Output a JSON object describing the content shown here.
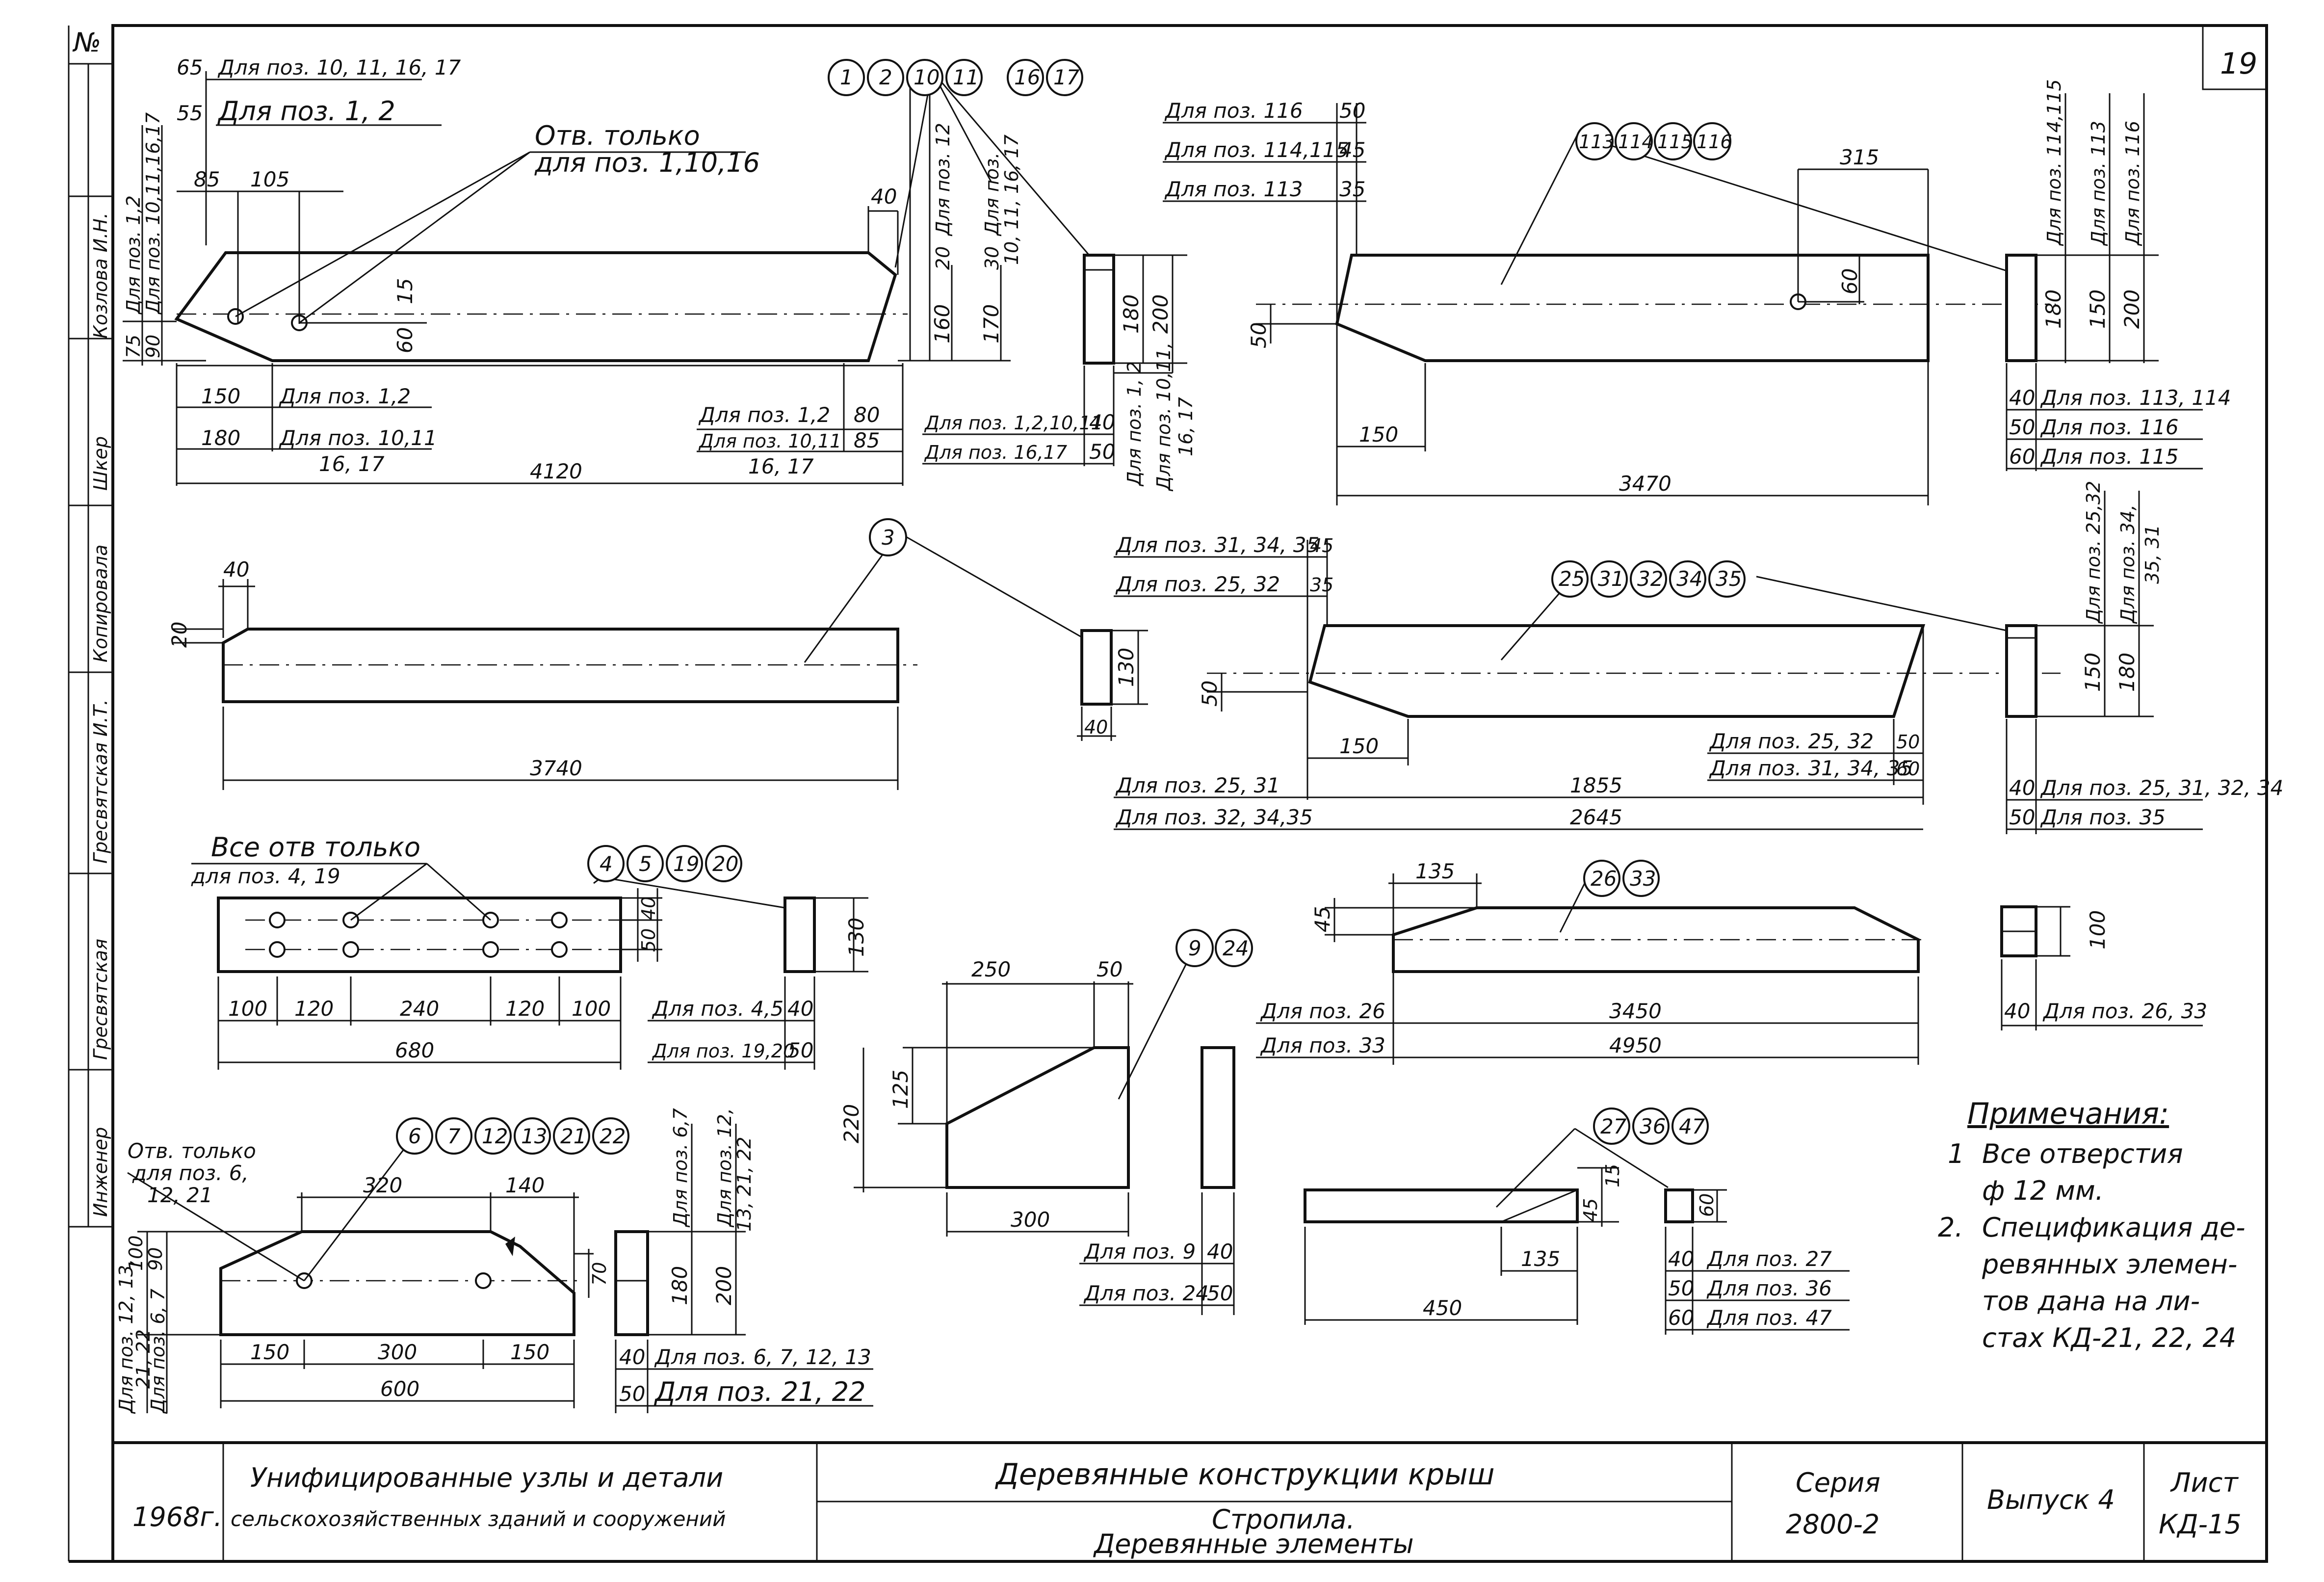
{
  "sheet": {
    "page_number": "19",
    "corner_mark": "№",
    "side_names": [
      "Козлова И.Н.",
      "Шкер",
      "Копировала",
      "Гресвятская И.Т.",
      "Гресвятская",
      "Инженер"
    ]
  },
  "parts": {
    "p1": {
      "bubbles": [
        "1",
        "2",
        "10",
        "11",
        "16",
        "17"
      ],
      "hole_note_1": "Отв. только",
      "hole_note_2": "для поз. 1,10,16",
      "d65": "65",
      "d65_note": "Для поз. 10, 11, 16, 17",
      "d55": "55",
      "d55_note": "Для поз. 1, 2",
      "d85": "85",
      "d105": "105",
      "d15": "15",
      "d60": "60",
      "d40": "40",
      "d75": "75",
      "d90": "90",
      "h_note_1": "Для поз. 1,2",
      "h_note_2": "Для поз. 10,11,16,17",
      "d20": "20",
      "d30": "30",
      "r_note_1": "Для поз. 12",
      "r_note_2": "Для поз.",
      "r_note_3": "10, 11, 16, 17",
      "d160": "160",
      "d170": "170",
      "b150": "150",
      "b150_note": "Для поз. 1,2",
      "b180": "180",
      "b180_note": "Для поз. 10,11",
      "b180_note2": "16, 17",
      "b80_note": "Для поз. 1,2",
      "b80": "80",
      "b85_note": "Для поз. 10,11",
      "b85": "85",
      "b85_note2": "16, 17",
      "total": "4120",
      "sec_180": "180",
      "sec_200": "200",
      "sec_w40_note": "Для поз. 1,2,10,11",
      "sec_w40": "40",
      "sec_w50_note": "Для поз. 16,17",
      "sec_w50": "50",
      "sec_v_note1": "Для поз. 1, 2",
      "sec_v_note2": "Для поз. 10,11,",
      "sec_v_note3": "16, 17"
    },
    "p113": {
      "bubbles": [
        "113",
        "114",
        "115",
        "116"
      ],
      "n116": "Для поз. 116",
      "v50": "50",
      "n114": "Для поз. 114,115",
      "v45": "45",
      "n113": "Для поз. 113",
      "v35": "35",
      "d315": "315",
      "d60": "60",
      "d50": "50",
      "d150": "150",
      "total": "3470",
      "sec_180": "180",
      "sec_150": "150",
      "sec_200": "200",
      "sec_n1": "Для поз. 114,115",
      "sec_n2": "Для поз. 113",
      "sec_n3": "Для поз. 116",
      "w40": "40",
      "w40_note": "Для поз. 113, 114",
      "w50": "50",
      "w50_note": "Для поз. 116",
      "w60": "60",
      "w60_note": "Для поз. 115"
    },
    "p3": {
      "bubbles": [
        "3"
      ],
      "d40": "40",
      "d20": "20",
      "total": "3740",
      "sec_130": "130",
      "sec_40": "40"
    },
    "p25": {
      "bubbles": [
        "25",
        "31",
        "32",
        "34",
        "35"
      ],
      "n1": "Для поз. 31, 34, 35",
      "v45": "45",
      "n2": "Для поз. 25, 32",
      "v35": "35",
      "d50": "50",
      "d150": "150",
      "r1": "Для поз. 25, 32",
      "r1v": "50",
      "r2": "Для поз. 31, 34, 35",
      "r2v": "60",
      "b1_note": "Для поз. 25, 31",
      "b1": "1855",
      "b2_note": "Для поз. 32, 34,35",
      "b2": "2645",
      "sec_150": "150",
      "sec_180": "180",
      "sec_n1": "Для поз. 25,32",
      "sec_n2": "Для поз. 34,",
      "sec_n3": "35, 31",
      "w40": "40",
      "w40_note": "Для поз. 25, 31, 32, 34",
      "w50": "50",
      "w50_note": "Для поз. 35"
    },
    "p4": {
      "bubbles": [
        "4",
        "5",
        "19",
        "20"
      ],
      "note_1": "Все отв только",
      "note_2": "для поз. 4, 19",
      "d100a": "100",
      "d120a": "120",
      "d240": "240",
      "d120b": "120",
      "d100b": "100",
      "total": "680",
      "v50": "50",
      "v40": "40",
      "sec_130": "130",
      "w40_note": "Для поз. 4,5",
      "w40": "40",
      "w50_note": "Для поз. 19,20",
      "w50": "50"
    },
    "p26": {
      "bubbles": [
        "26",
        "33"
      ],
      "d135": "135",
      "d45": "45",
      "n26": "Для поз. 26",
      "b1": "3450",
      "n33": "Для поз. 33",
      "b2": "4950",
      "sec_100": "100",
      "w40": "40",
      "w40_note": "Для поз. 26, 33"
    },
    "p9": {
      "bubbles": [
        "9",
        "24"
      ],
      "d250": "250",
      "d50": "50",
      "d125": "125",
      "d220": "220",
      "d300": "300",
      "n9": "Для поз. 9",
      "w40": "40",
      "n24": "Для поз. 24",
      "w50": "50"
    },
    "p6": {
      "bubbles": [
        "6",
        "7",
        "12",
        "13",
        "21",
        "22"
      ],
      "note_1": "Отв. только",
      "note_2": "для поз. 6,",
      "note_3": "12, 21",
      "d320": "320",
      "d140": "140",
      "d100": "100",
      "d90": "90",
      "d70": "70",
      "l_note1": "Для поз. 12, 13,",
      "l_note2": "21, 22",
      "l_note3": "Для поз. 6, 7",
      "b150a": "150",
      "b300": "300",
      "b150b": "150",
      "total": "600",
      "sec_180": "180",
      "sec_200": "200",
      "sec_n1": "Для поз. 6,7",
      "sec_n2": "Для поз. 12,",
      "sec_n3": "13, 21, 22",
      "w40": "40",
      "w40_note": "Для поз. 6, 7, 12, 13",
      "w50": "50",
      "w50_note": "Для поз. 21, 22"
    },
    "p27": {
      "bubbles": [
        "27",
        "36",
        "47"
      ],
      "d15": "15",
      "d45": "45",
      "d135": "135",
      "d450": "450",
      "sec_60": "60",
      "w40": "40",
      "w40_note": "Для поз. 27",
      "w50": "50",
      "w50_note": "Для поз. 36",
      "w60": "60",
      "w60_note": "Для поз. 47"
    }
  },
  "notes": {
    "title": "Примечания:",
    "n1_num": "1",
    "n1_a": "Все отверстия",
    "n1_b": "ф 12 мм.",
    "n2_num": "2.",
    "n2_a": "Спецификация де-",
    "n2_b": "ревянных элемен-",
    "n2_c": "тов дана на ли-",
    "n2_d": "стах КД-21, 22, 24"
  },
  "title_block": {
    "year": "1968г.",
    "subject_1": "Унифицированные узлы и детали",
    "subject_2": "сельскохозяйственных зданий и сооружений",
    "title": "Деревянные конструкции крыш",
    "subtitle_1": "Стропила.",
    "subtitle_2": "Деревянные элементы",
    "series_label": "Серия",
    "series_value": "2800-2",
    "issue": "Выпуск 4",
    "sheet_label": "Лист",
    "sheet_value": "КД-15"
  }
}
